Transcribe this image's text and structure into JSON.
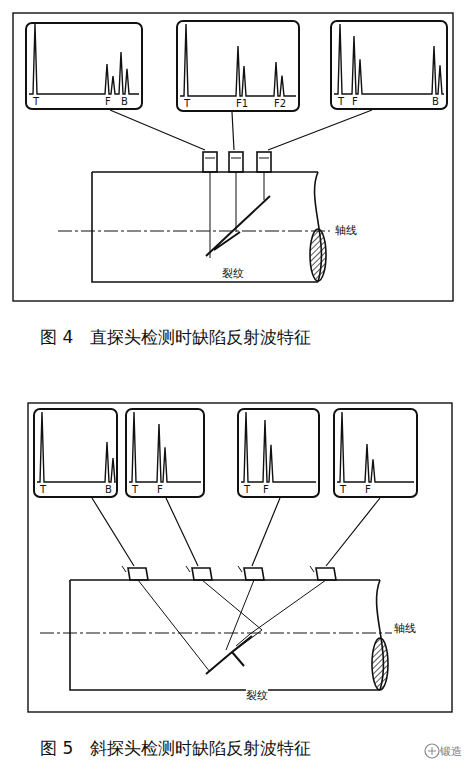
{
  "diagram": {
    "nodes": [
      {
        "text": [
          "T",
          "F",
          "B"
        ]
      },
      {
        "text": [
          "T",
          "F1",
          "F2"
        ]
      },
      {
        "text": [
          "T",
          "F",
          "B"
        ]
      },
      {
        "text": [
          "T",
          "B"
        ]
      },
      {
        "text": [
          "T",
          "F"
        ]
      },
      {
        "text": [
          "T",
          "F"
        ]
      },
      {
        "text": [
          "T",
          "F"
        ]
      }
    ],
    "labels": [
      "轴线",
      "裂纹",
      "图 4　直探头检测时缺陷反射波特征",
      "轴线",
      "裂纹",
      "图 5　斜探头检测时缺陷反射波特征",
      "锻造"
    ]
  }
}
